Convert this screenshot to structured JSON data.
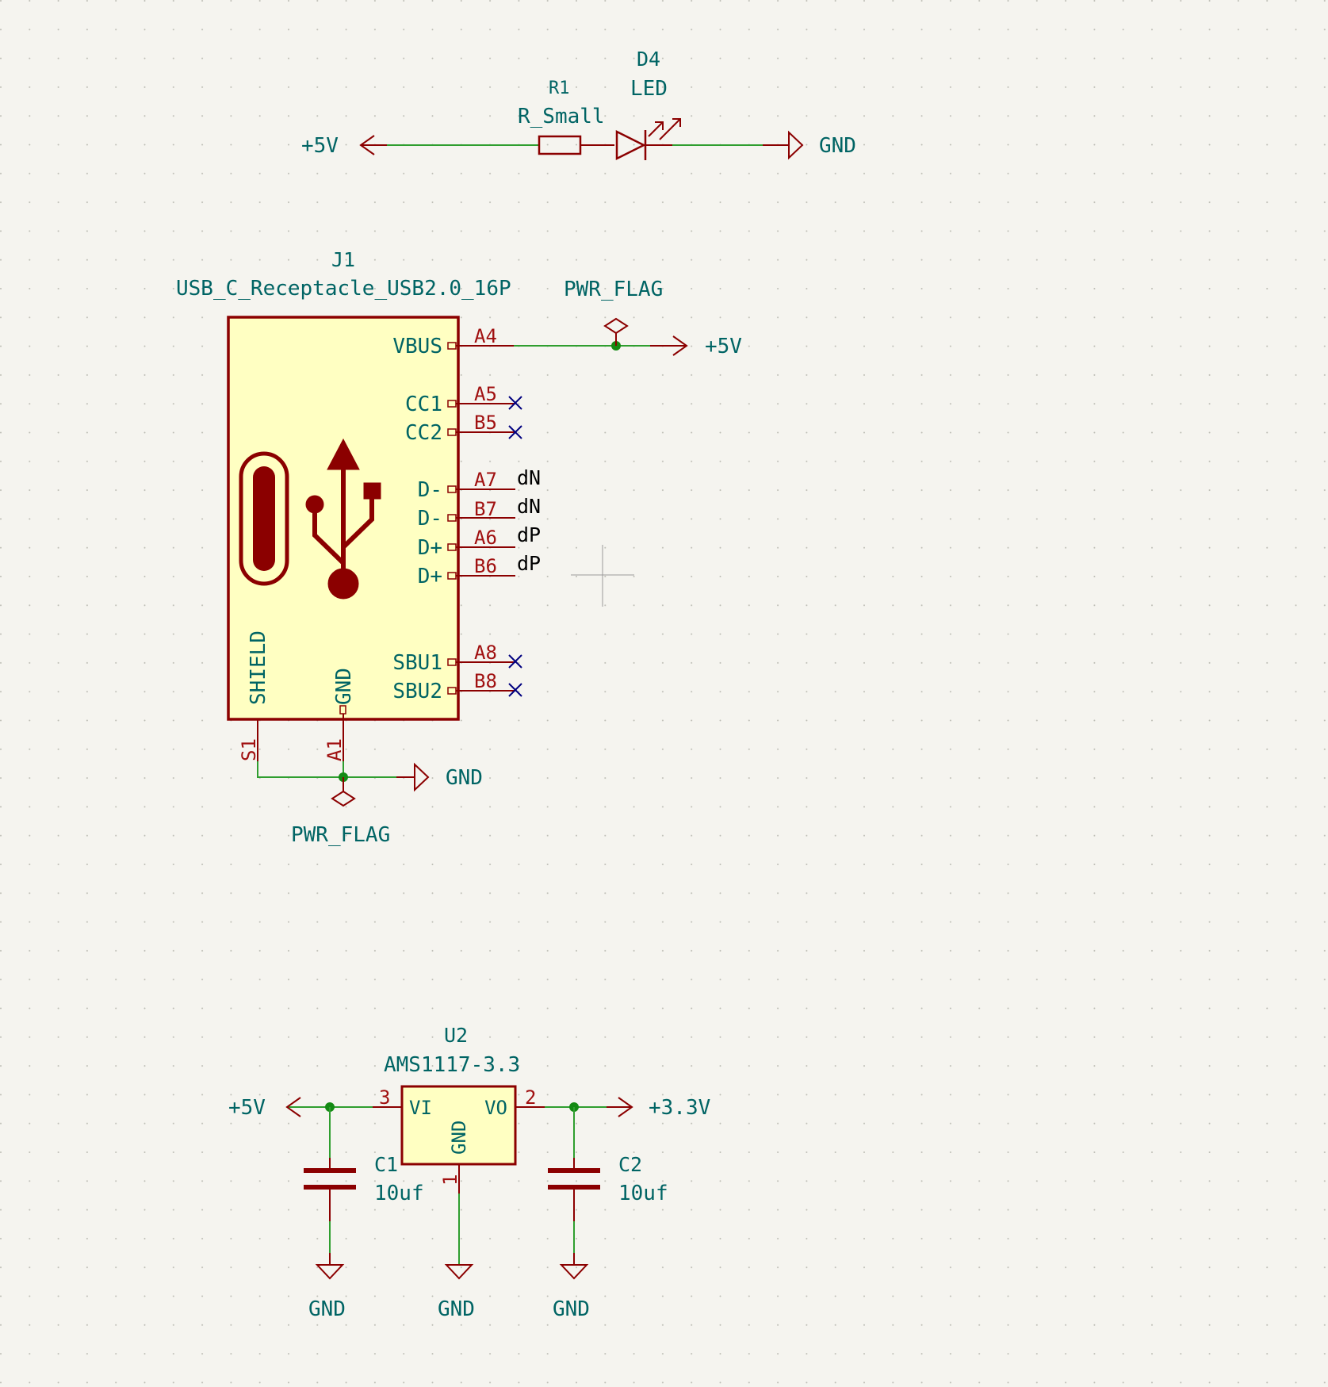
{
  "led_circuit": {
    "r1": {
      "ref": "R1",
      "value": "R_Small"
    },
    "d4": {
      "ref": "D4",
      "value": "LED"
    },
    "supply": "+5V",
    "ground": "GND"
  },
  "usb": {
    "ref": "J1",
    "value": "USB_C_Receptacle_USB2.0_16P",
    "pwr_flag_top": "PWR_FLAG",
    "pwr_flag_bottom": "PWR_FLAG",
    "vbus_net": "+5V",
    "gnd_net": "GND",
    "pins": [
      {
        "name": "VBUS",
        "num": "A4",
        "net": ""
      },
      {
        "name": "CC1",
        "num": "A5",
        "net": ""
      },
      {
        "name": "CC2",
        "num": "B5",
        "net": ""
      },
      {
        "name": "D-",
        "num": "A7",
        "net": "dN"
      },
      {
        "name": "D-",
        "num": "B7",
        "net": "dN"
      },
      {
        "name": "D+",
        "num": "A6",
        "net": "dP"
      },
      {
        "name": "D+",
        "num": "B6",
        "net": "dP"
      },
      {
        "name": "SBU1",
        "num": "A8",
        "net": ""
      },
      {
        "name": "SBU2",
        "num": "B8",
        "net": ""
      }
    ],
    "shield": {
      "name": "SHIELD",
      "num": "S1"
    },
    "gnd": {
      "name": "GND",
      "num": "A1"
    }
  },
  "regulator": {
    "ref": "U2",
    "value": "AMS1117-3.3",
    "pin_vi": {
      "name": "VI",
      "num": "3"
    },
    "pin_vo": {
      "name": "VO",
      "num": "2"
    },
    "pin_gnd": {
      "name": "GND",
      "num": "1"
    },
    "input_net": "+5V",
    "output_net": "+3.3V",
    "c1": {
      "ref": "C1",
      "value": "10uf"
    },
    "c2": {
      "ref": "C2",
      "value": "10uf"
    },
    "gnd_labels": [
      "GND",
      "GND",
      "GND"
    ]
  },
  "colors": {
    "wire": "#2f9e2f",
    "symbol": "#8b0000",
    "symbol_body": "#ffffc2",
    "text": "#006464",
    "no_connect": "#00007f",
    "background": "#f5f4ef"
  }
}
